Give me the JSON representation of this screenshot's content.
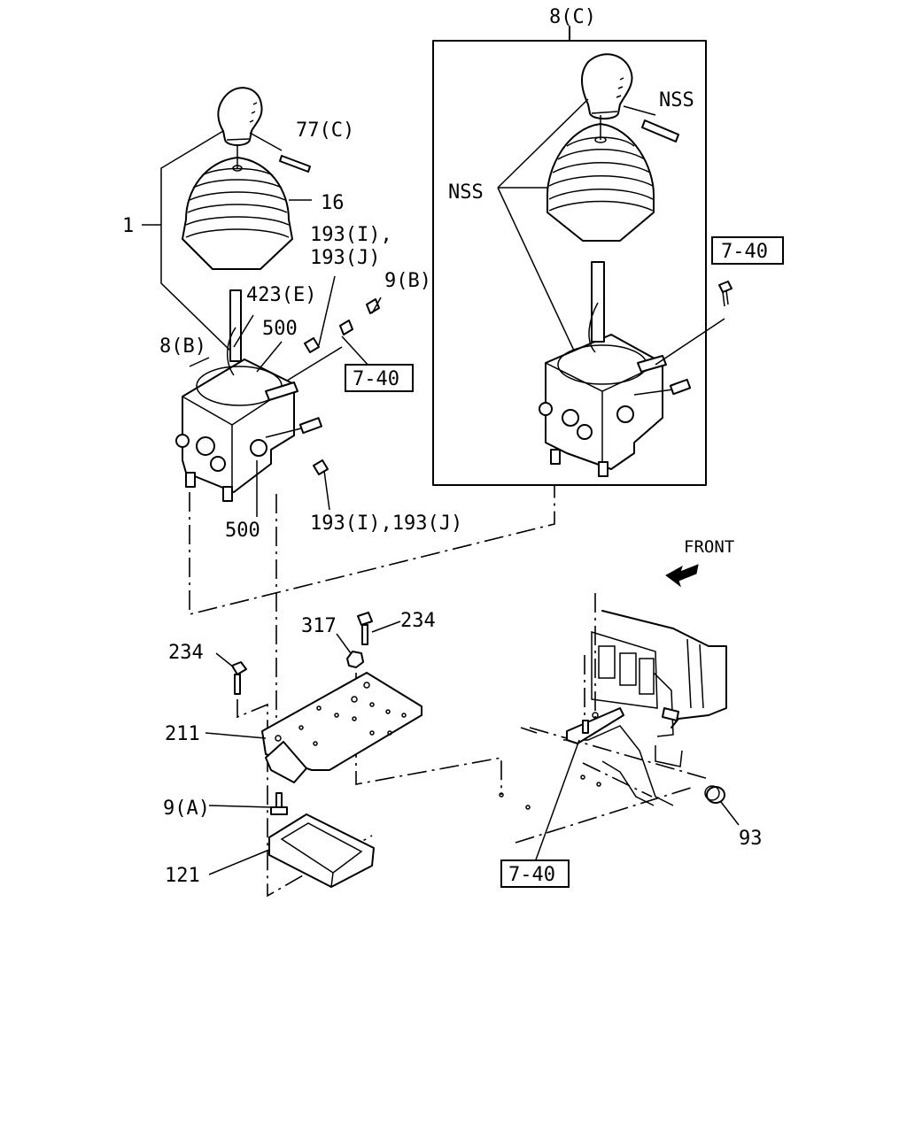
{
  "labels": {
    "group_c": "8(C)",
    "nss_pin": "NSS",
    "nss_main": "NSS",
    "ref_right": "7-40",
    "pin_77c": "77(C)",
    "boot_16": "16",
    "assy_1": "1",
    "screw_193_a": "193(I),",
    "screw_193_b": "193(J)",
    "bolt_9b": "9(B)",
    "nut_423e": "423(E)",
    "wire_500_top": "500",
    "valve_8b": "8(B)",
    "ref_left": "7-40",
    "wire_500_bottom": "500",
    "screw_193_bottom": "193(I),193(J)",
    "front": "FRONT",
    "nut_317": "317",
    "bolt_234_right": "234",
    "bolt_234_left": "234",
    "plate_211": "211",
    "bolt_9a": "9(A)",
    "boot_121": "121",
    "ref_bottom": "7-40",
    "cap_93": "93"
  }
}
